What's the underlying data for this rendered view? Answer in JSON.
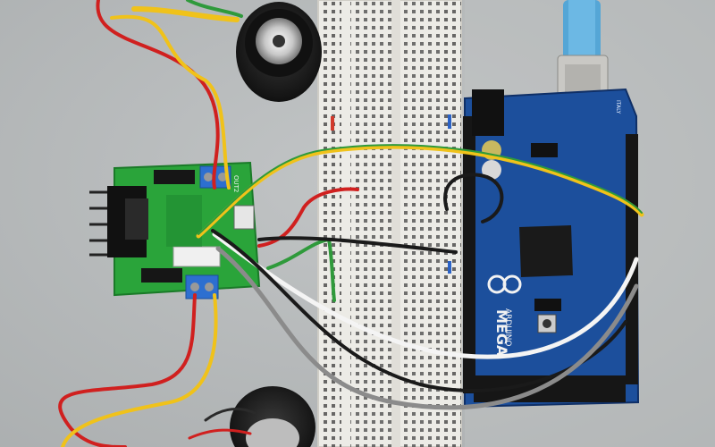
{
  "scene": {
    "description_free": true,
    "arduino": {
      "brand_text": "ARDUINO",
      "model_text": "MEGA",
      "extra_text": "ITALY",
      "board_color": "#1c4f9c"
    },
    "driver_board": {
      "terminal_label": "OUT2",
      "board_color": "#2aa43a"
    },
    "colors": {
      "table": "#b9bcbd",
      "breadboard": "#ecebe6",
      "usb_cable": "#4aa3d8",
      "wire_red": "#d0201f",
      "wire_yellow": "#f0c21a",
      "wire_green": "#2f9a3b",
      "wire_black": "#1a1a1a",
      "wire_white": "#f4f4f4",
      "wire_gray": "#8b8b8b"
    }
  }
}
